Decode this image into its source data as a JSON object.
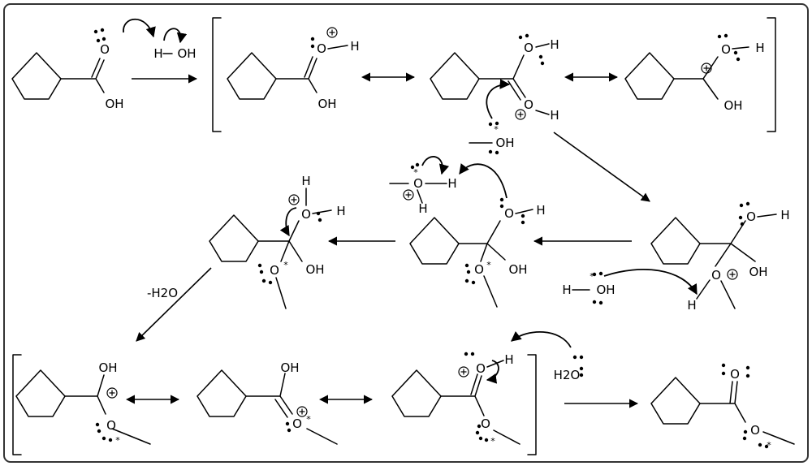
{
  "atoms": {
    "O": "O",
    "OH": "OH",
    "H": "H",
    "star": "*"
  },
  "reagents": {
    "water_h": "H",
    "water_oh": "OH",
    "minus_water": "-H2O",
    "water_final": "H2O"
  },
  "colors": {
    "ink": "#000000",
    "background": "#ffffff",
    "frame": "#333333"
  }
}
